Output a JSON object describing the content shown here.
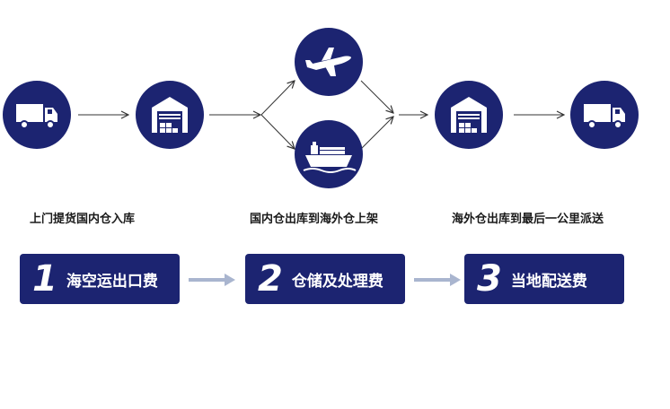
{
  "colors": {
    "primary": "#1c2471",
    "arrow_line": "#333333",
    "fee_arrow": "#a9b5cf"
  },
  "icons": [
    "truck-icon",
    "warehouse-icon",
    "airplane-icon",
    "ship-icon",
    "warehouse-icon",
    "truck-icon"
  ],
  "stages": [
    {
      "label": "上门提货国内仓入库"
    },
    {
      "label": "国内仓出库到海外仓上架"
    },
    {
      "label": "海外仓出库到最后一公里派送"
    }
  ],
  "fees": [
    {
      "number": "1",
      "label": "海空运出口费"
    },
    {
      "number": "2",
      "label": "仓储及处理费"
    },
    {
      "number": "3",
      "label": "当地配送费"
    }
  ]
}
